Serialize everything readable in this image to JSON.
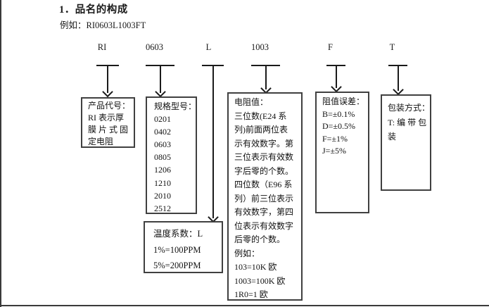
{
  "header": {
    "section_title": "1．品名的构成",
    "example": "例如：RI0603L1003FT"
  },
  "codes": [
    {
      "label": "RI"
    },
    {
      "label": "0603"
    },
    {
      "label": "L"
    },
    {
      "label": "1003"
    },
    {
      "label": "F"
    },
    {
      "label": "T"
    }
  ],
  "boxes": {
    "product_code": {
      "lines": [
        "产品代号：",
        "RI 表示厚",
        "膜 片 式 固",
        "定电阻"
      ]
    },
    "spec_model": {
      "lines": [
        "规格型号：",
        "0201",
        "0402",
        "0603",
        "0805",
        "1206",
        "1210",
        "2010",
        "2512"
      ]
    },
    "temperature_coefficient": {
      "lines": [
        "温度系数：L",
        "1%=100PPM",
        "5%=200PPM"
      ]
    },
    "resistance_value": {
      "lines": [
        "电阻值：",
        "三位数(E24 系",
        "列)前面两位表",
        "示有效数字。第",
        "三位表示有效数",
        "字后零的个数。",
        "四位数（E96 系",
        "列）前三位表示",
        "有效数字，第四",
        "位表示有效数字",
        "后零的个数。",
        "例如：",
        "103=10K 欧",
        "1003=100K 欧",
        "1R0=1 欧"
      ]
    },
    "tolerance": {
      "lines": [
        "阻值误差：",
        "B=±0.1%",
        "D=±0.5%",
        "F=±1%",
        "J=±5%"
      ]
    },
    "packaging": {
      "lines": [
        "包装方式：",
        "T: 编 带 包",
        "装"
      ]
    }
  }
}
